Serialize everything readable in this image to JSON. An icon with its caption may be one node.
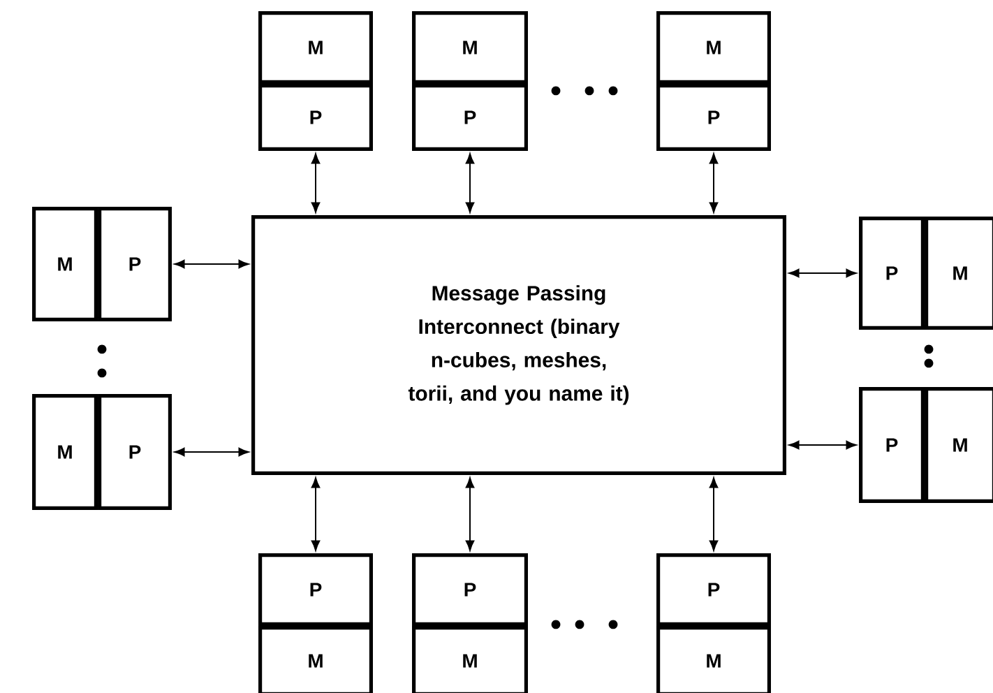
{
  "diagram": {
    "nodes": [
      {
        "text": [
          "Message Passing Interconnect (binary n-cubes, meshes, torii, and you name it)"
        ]
      },
      {
        "text": [
          "M"
        ]
      },
      {
        "text": [
          "P"
        ]
      },
      {
        "text": [
          "M"
        ]
      },
      {
        "text": [
          "P"
        ]
      },
      {
        "text": [
          "M"
        ]
      },
      {
        "text": [
          "P"
        ]
      },
      {
        "text": [
          "M"
        ]
      },
      {
        "text": [
          "P"
        ]
      },
      {
        "text": [
          "M"
        ]
      },
      {
        "text": [
          "P"
        ]
      },
      {
        "text": [
          "P"
        ]
      },
      {
        "text": [
          "M"
        ]
      },
      {
        "text": [
          "P"
        ]
      },
      {
        "text": [
          "M"
        ]
      },
      {
        "text": [
          "P"
        ]
      },
      {
        "text": [
          "M"
        ]
      },
      {
        "text": [
          "P"
        ]
      },
      {
        "text": [
          "M"
        ]
      },
      {
        "text": [
          "P"
        ]
      },
      {
        "text": [
          "M"
        ]
      }
    ],
    "edges": [
      {
        "from": 0,
        "to": 2,
        "arrow": "both"
      },
      {
        "from": 0,
        "to": 4,
        "arrow": "both"
      },
      {
        "from": 0,
        "to": 6,
        "arrow": "both"
      },
      {
        "from": 0,
        "to": 8,
        "arrow": "both"
      },
      {
        "from": 0,
        "to": 10,
        "arrow": "both"
      },
      {
        "from": 0,
        "to": 11,
        "arrow": "both"
      },
      {
        "from": 0,
        "to": 13,
        "arrow": "both"
      },
      {
        "from": 0,
        "to": 15,
        "arrow": "both"
      },
      {
        "from": 0,
        "to": 17,
        "arrow": "both"
      },
      {
        "from": 0,
        "to": 19,
        "arrow": "both"
      }
    ]
  }
}
